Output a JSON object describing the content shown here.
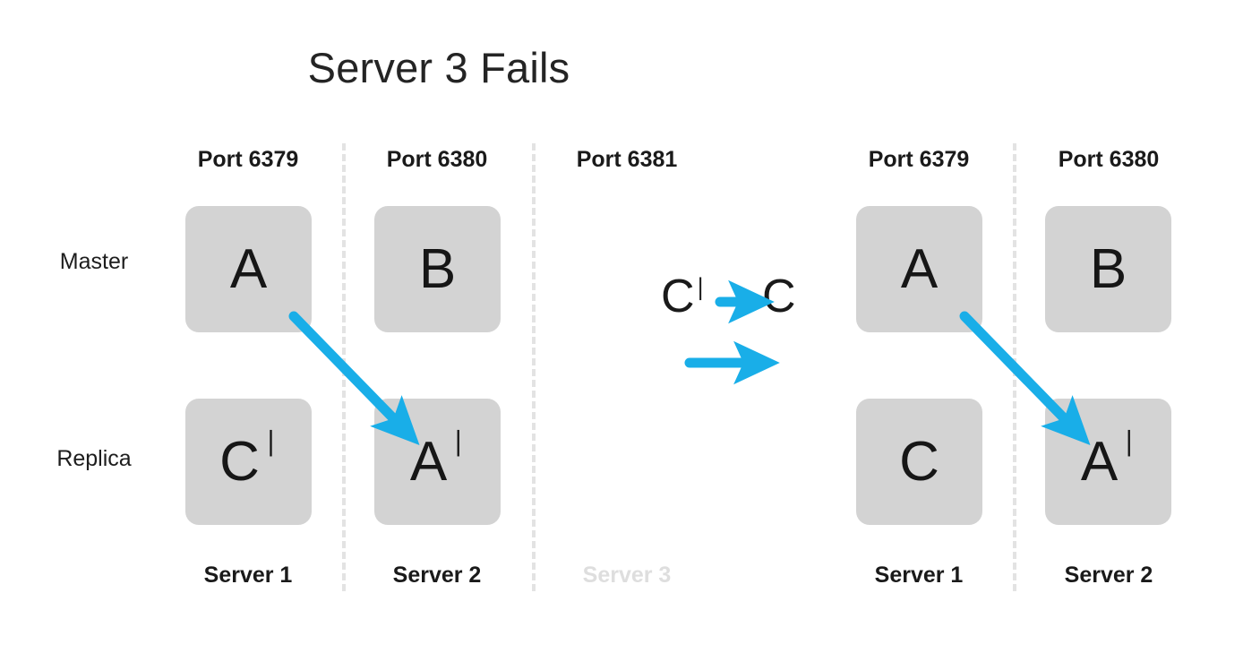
{
  "title": "Server 3 Fails",
  "colors": {
    "arrow": "#19AEE8",
    "box_fill": "#d3d3d3",
    "text": "#1a1a1a",
    "faded_text": "#dedede",
    "divider": "#e3e3e3",
    "background": "#ffffff"
  },
  "row_labels": {
    "master": "Master",
    "replica": "Replica"
  },
  "columns": [
    {
      "port": "Port 6379",
      "server": "Server 1",
      "server_state": "active",
      "master": "A",
      "master_prime": false,
      "replica": "C",
      "replica_prime": true
    },
    {
      "port": "Port 6380",
      "server": "Server 2",
      "server_state": "active",
      "master": "B",
      "master_prime": false,
      "replica": "A",
      "replica_prime": true
    },
    {
      "port": "Port 6381",
      "server": "Server 3",
      "server_state": "failed",
      "master": "",
      "master_prime": false,
      "replica": "",
      "replica_prime": false
    },
    {
      "port": "Port 6379",
      "server": "Server 1",
      "server_state": "active",
      "master": "A",
      "master_prime": false,
      "replica": "C",
      "replica_prime": false
    },
    {
      "port": "Port 6380",
      "server": "Server 2",
      "server_state": "active",
      "master": "B",
      "master_prime": false,
      "replica": "A",
      "replica_prime": true
    }
  ],
  "middle_annotation": {
    "from_label": "C",
    "from_prime": true,
    "to_label": "C",
    "to_prime": false
  },
  "arrows": [
    {
      "name": "promotion-arrow-left",
      "from": "Server 1 master A",
      "to": "Server 2 replica A-prime"
    },
    {
      "name": "promotion-arrow-right",
      "from": "Server 1 master A",
      "to": "Server 2 replica A-prime"
    },
    {
      "name": "transition-arrow-top",
      "from": "C-prime",
      "to": "C"
    },
    {
      "name": "transition-arrow-bottom",
      "from": "left state",
      "to": "right state"
    }
  ]
}
